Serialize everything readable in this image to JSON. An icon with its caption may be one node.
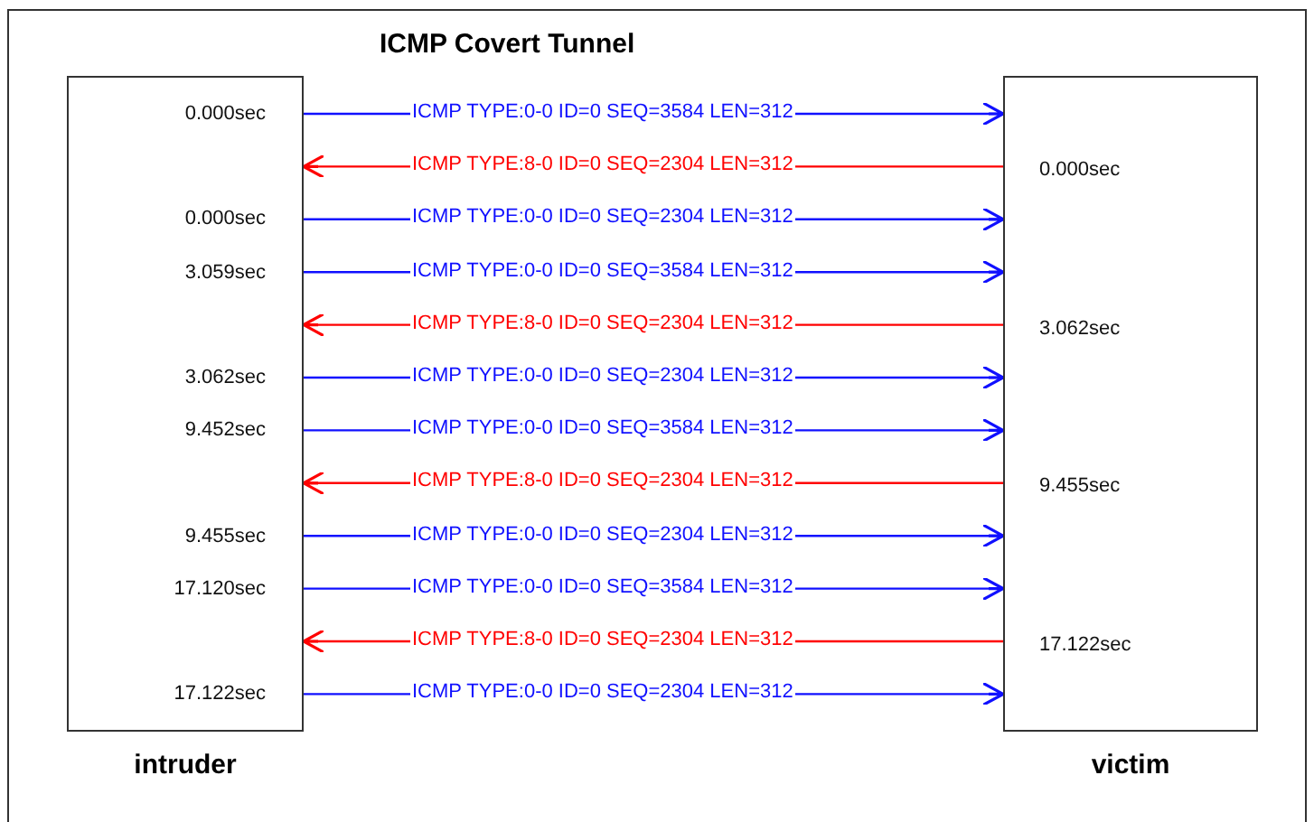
{
  "diagram": {
    "title": "ICMP Covert Tunnel",
    "nodes": [
      {
        "text": [
          "0.000sec",
          "0.000sec",
          "3.059sec",
          "3.062sec",
          "9.452sec",
          "9.455sec",
          "17.120sec",
          "17.122sec"
        ],
        "beside": [
          "intruder"
        ]
      },
      {
        "text": [
          "0.000sec",
          "3.062sec",
          "9.455sec",
          "17.122sec"
        ],
        "beside": [
          "victim"
        ]
      }
    ],
    "edges": [
      {
        "from": 0,
        "to": 1,
        "arrow": "to",
        "label": "ICMP TYPE:0-0 ID=0 SEQ=3584 LEN=312"
      },
      {
        "from": 1,
        "to": 0,
        "arrow": "to",
        "label": "ICMP TYPE:8-0 ID=0 SEQ=2304 LEN=312",
        "color": "#ff0000"
      },
      {
        "from": 0,
        "to": 1,
        "arrow": "to",
        "label": "ICMP TYPE:0-0 ID=0 SEQ=2304 LEN=312"
      },
      {
        "from": 0,
        "to": 1,
        "arrow": "to",
        "label": "ICMP TYPE:0-0 ID=0 SEQ=3584 LEN=312"
      },
      {
        "from": 1,
        "to": 0,
        "arrow": "to",
        "label": "ICMP TYPE:8-0 ID=0 SEQ=2304 LEN=312",
        "color": "#ff0000"
      },
      {
        "from": 0,
        "to": 1,
        "arrow": "to",
        "label": "ICMP TYPE:0-0 ID=0 SEQ=2304 LEN=312"
      },
      {
        "from": 0,
        "to": 1,
        "arrow": "to",
        "label": "ICMP TYPE:0-0 ID=0 SEQ=3584 LEN=312"
      },
      {
        "from": 1,
        "to": 0,
        "arrow": "to",
        "label": "ICMP TYPE:8-0 ID=0 SEQ=2304 LEN=312",
        "color": "#ff0000"
      },
      {
        "from": 0,
        "to": 1,
        "arrow": "to",
        "label": "ICMP TYPE:0-0 ID=0 SEQ=2304 LEN=312"
      },
      {
        "from": 0,
        "to": 1,
        "arrow": "to",
        "label": "ICMP TYPE:0-0 ID=0 SEQ=3584 LEN=312"
      },
      {
        "from": 1,
        "to": 0,
        "arrow": "to",
        "label": "ICMP TYPE:8-0 ID=0 SEQ=2304 LEN=312",
        "color": "#ff0000"
      },
      {
        "from": 0,
        "to": 1,
        "arrow": "to",
        "label": "ICMP TYPE:0-0 ID=0 SEQ=2304 LEN=312"
      }
    ]
  }
}
